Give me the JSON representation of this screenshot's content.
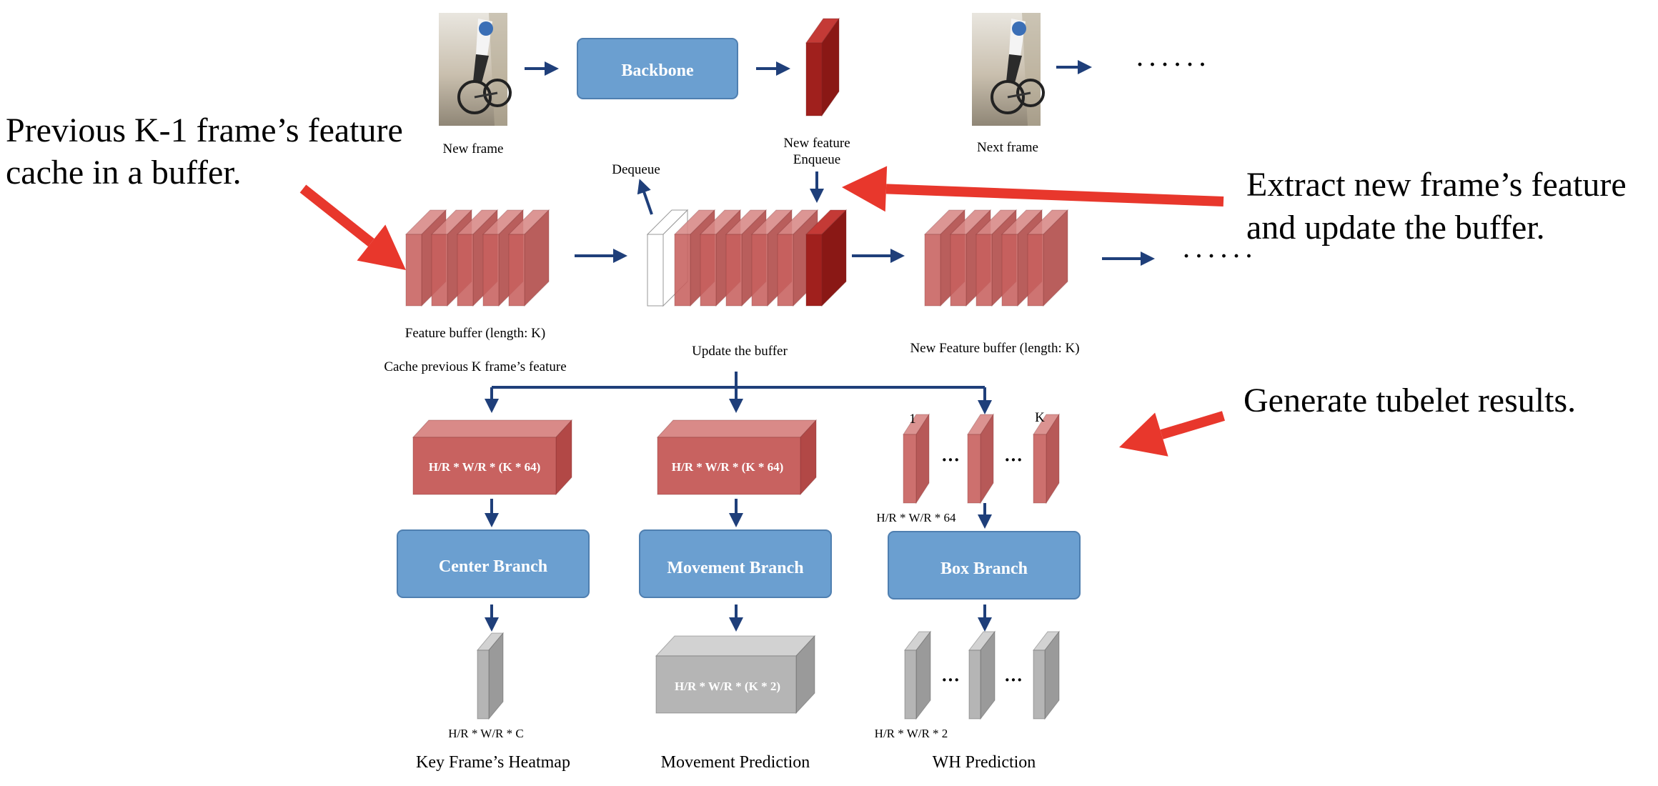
{
  "colors": {
    "arrow": "#1f3f7a",
    "red_arrow": "#e8372c",
    "blue_box": "#6b9fd0",
    "blue_box_border": "#4f7fb0",
    "feat_front": "#c8615f",
    "feat_top": "#d88886",
    "feat_side": "#b04846",
    "feat_dark": "#a52421",
    "gray_front": "#b5b5b5",
    "gray_top": "#d2d2d2",
    "gray_side": "#9a9a9a"
  },
  "annotations": {
    "previous_line1": "Previous K-1 frame’s feature",
    "previous_line2": "cache in a buffer.",
    "extract_line1": "Extract new frame’s feature",
    "extract_line2": "and update the buffer.",
    "generate": "Generate tubelet results."
  },
  "top_row": {
    "new_frame_label": "New frame",
    "backbone_label": "Backbone",
    "new_feature_label": "New feature",
    "enqueue_label": "Enqueue",
    "next_frame_label": "Next frame",
    "ellipsis": "· · · · · ·"
  },
  "buffer_row": {
    "dequeue_label": "Dequeue",
    "feature_buffer_label": "Feature buffer (length: K)",
    "cache_label": "Cache previous K frame’s feature",
    "update_label": "Update the buffer",
    "new_buffer_label": "New Feature buffer (length: K)",
    "ellipsis": "· · · · · ·"
  },
  "branches": {
    "center": {
      "input_label": "H/R * W/R * (K * 64)",
      "branch_label": "Center Branch",
      "output_label": "H/R * W/R * C",
      "caption": "Key Frame’s Heatmap"
    },
    "movement": {
      "input_label": "H/R * W/R * (K * 64)",
      "branch_label": "Movement Branch",
      "output_label": "H/R * W/R * (K * 2)",
      "caption": "Movement Prediction"
    },
    "box": {
      "index_first": "1",
      "index_last": "K",
      "dots": "···",
      "input_label": "H/R * W/R  * 64",
      "branch_label": "Box Branch",
      "output_label": "H/R * W/R * 2",
      "caption": "WH Prediction"
    }
  }
}
